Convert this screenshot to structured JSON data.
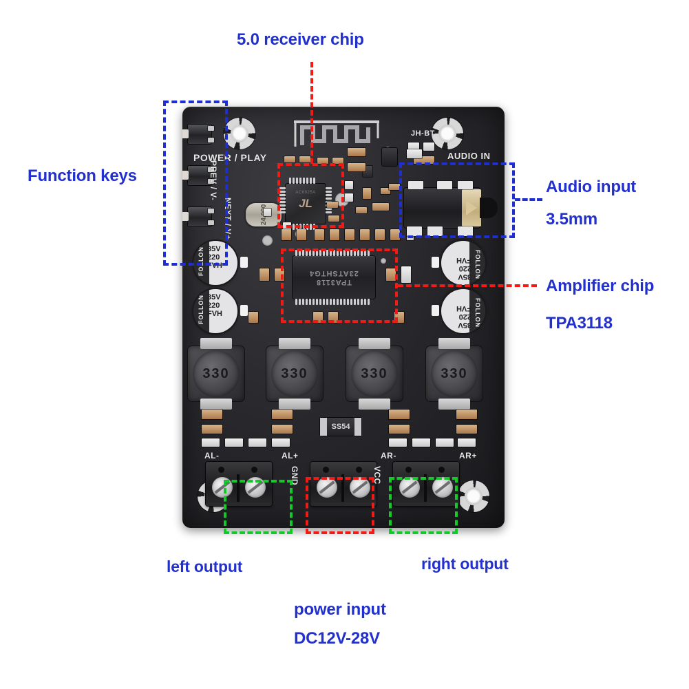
{
  "annotations": [
    {
      "id": "receiver",
      "text": "5.0 receiver chip",
      "color": "#2230cc"
    },
    {
      "id": "function_keys",
      "text": "Function keys",
      "color": "#2230cc"
    },
    {
      "id": "audio_input_1",
      "text": "Audio input",
      "color": "#2230cc"
    },
    {
      "id": "audio_input_2",
      "text": "3.5mm",
      "color": "#2230cc"
    },
    {
      "id": "amplifier_1",
      "text": "Amplifier chip",
      "color": "#2230cc"
    },
    {
      "id": "amplifier_2",
      "text": "TPA3118",
      "color": "#2230cc"
    },
    {
      "id": "left_output",
      "text": "left output",
      "color": "#2230cc"
    },
    {
      "id": "right_output",
      "text": "right output",
      "color": "#2230cc"
    },
    {
      "id": "power_input_1",
      "text": "power input",
      "color": "#2230cc"
    },
    {
      "id": "power_input_2",
      "text": "DC12V-28V",
      "color": "#2230cc"
    }
  ],
  "callout_colors": {
    "blue": "#1f2fcf",
    "red": "#ee1b17",
    "green": "#17c52c"
  },
  "board": {
    "silkscreen": {
      "model": "JH-BT",
      "power_play": "POWER / PLAY",
      "prev": "PREV / V-",
      "next": "NEXT / V+",
      "audio_in": "AUDIO IN",
      "al_minus": "AL-",
      "al_plus": "AL+",
      "ar_minus": "AR-",
      "ar_plus": "AR+",
      "gnd": "GND",
      "vcc": "VCC"
    },
    "components": {
      "capacitor_brand": "FOLLON",
      "capacitor_voltage": "35V",
      "capacitor_value": "220",
      "capacitor_series": "FVH",
      "inductor_code": "330",
      "amp_ic_line1": "TPA3118",
      "amp_ic_line2": "23ATSHTG4",
      "crystal_freq": "24.000",
      "diode_code": "SS54",
      "bt_soc_mark": "JL",
      "bt_soc_tiny": "AC6925A"
    }
  }
}
